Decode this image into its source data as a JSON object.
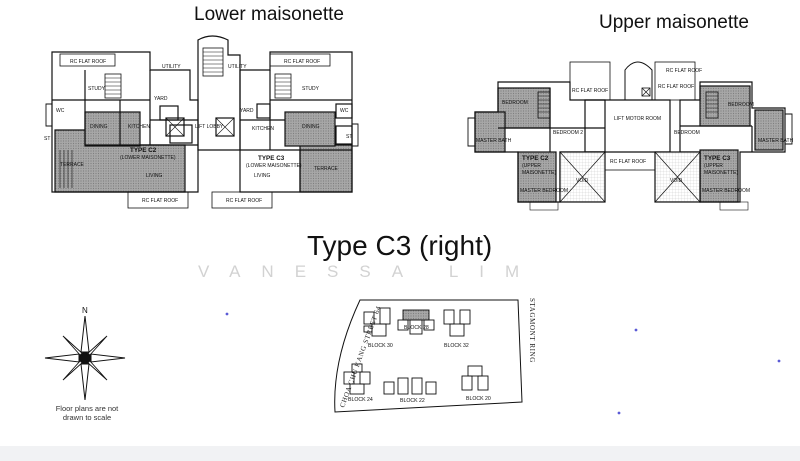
{
  "headings": {
    "lower": "Lower maisonette",
    "upper": "Upper maisonette",
    "type": "Type C3 (right)",
    "watermark": "VANESSA LIM"
  },
  "lower_plan": {
    "rooms": {
      "study_left": "STUDY",
      "study_right": "STUDY",
      "dining_left": "DINING",
      "dining_right": "DINING",
      "kitchen_left": "KITCHEN",
      "kitchen_right": "KITCHEN",
      "yard_left": "YARD",
      "yard_right": "YARD",
      "lift_lobby": "LIFT LOBBY",
      "living_left": "LIVING",
      "living_right": "LIVING",
      "terrace_left": "TERRACE",
      "terrace_right": "TERRACE",
      "utility_left": "UTILITY",
      "utility_right": "UTILITY",
      "type_c2_a": "TYPE C2",
      "type_c2_b": "(LOWER MAISONETTE)",
      "type_c3_a": "TYPE C3",
      "type_c3_b": "(LOWER MAISONETTE)",
      "rc_roof_1": "RC FLAT ROOF",
      "rc_roof_2": "RC FLAT ROOF",
      "rc_roof_3": "RC FLAT ROOF",
      "rc_roof_4": "RC FLAT ROOF",
      "wc_1": "WC",
      "wc_2": "WC",
      "st_1": "ST",
      "st_2": "ST"
    }
  },
  "upper_plan": {
    "rooms": {
      "bedroom_left": "BEDROOM",
      "bedroom_right": "BEDROOM",
      "bedroom2_left": "BEDROOM 2",
      "bedroom2_right": "BEDROOM",
      "master_bath_left": "MASTER BATH",
      "master_bath_right": "MASTER BATH",
      "lift_motor": "LIFT MOTOR ROOM",
      "type_c2_a": "TYPE C2",
      "type_c2_b": "(UPPER",
      "type_c2_c": "MAISONETTE)",
      "type_c3_a": "TYPE C3",
      "type_c3_b": "(UPPER",
      "type_c3_c": "MAISONETTE)",
      "master_bed_left": "MASTER BEDROOM",
      "master_bed_right": "MASTER BEDROOM",
      "void_left": "VOID",
      "void_right": "VOID",
      "rc_roof_1": "RC FLAT ROOF",
      "rc_roof_2": "RC FLAT ROOF",
      "rc_roof_3": "RC FLAT ROOF",
      "rc_roof_4": "RC FLAT ROOF"
    }
  },
  "compass": {
    "north": "N"
  },
  "note": {
    "line1": "Floor plans are not",
    "line2": "drawn to scale"
  },
  "site_plan": {
    "blocks": [
      "BLOCK 30",
      "BLOCK 28",
      "BLOCK 32",
      "BLOCK 24",
      "BLOCK 22",
      "BLOCK 20"
    ],
    "road_left": "CHOA CHU KANG STREET 64",
    "road_right": "STAGMONT RING"
  },
  "colors": {
    "hatch": "#9a9a9a",
    "line": "#111111",
    "dot": "#5b5bd6"
  }
}
